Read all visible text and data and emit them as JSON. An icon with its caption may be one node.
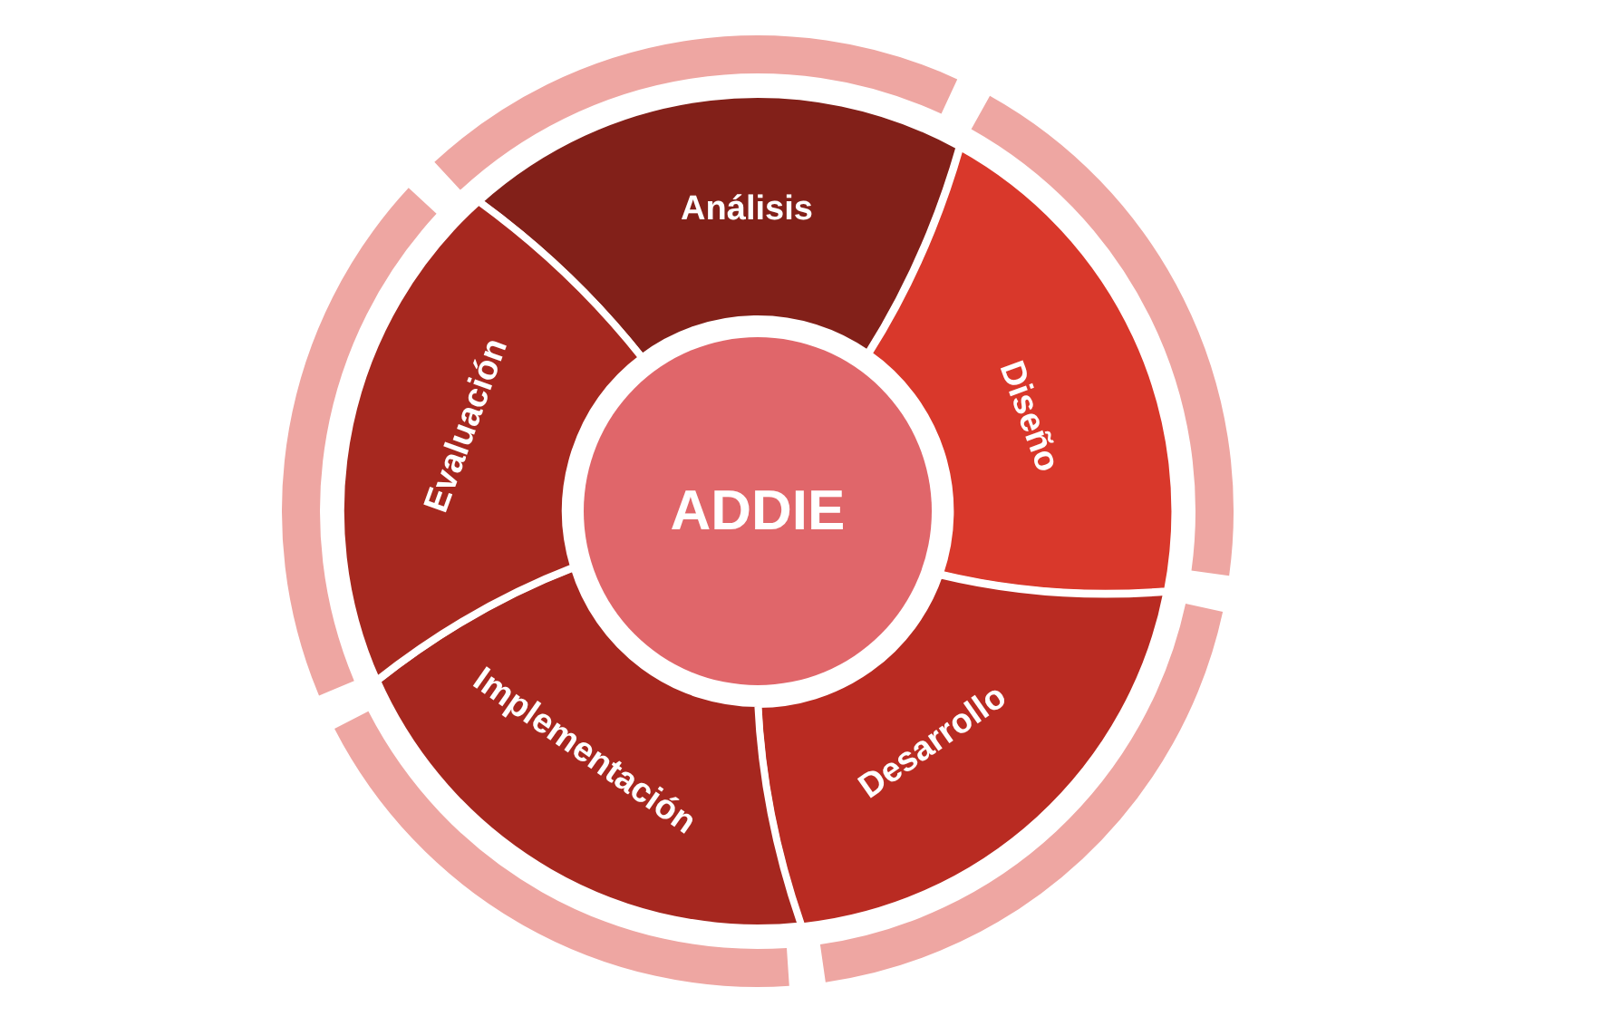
{
  "diagram": {
    "nodes": [
      {
        "text": [
          "ADDIE"
        ]
      },
      {
        "text": [
          "Análisis"
        ]
      },
      {
        "text": [
          "Diseño"
        ]
      },
      {
        "text": [
          "Desarrollo"
        ]
      },
      {
        "text": [
          "Implementación"
        ]
      },
      {
        "text": [
          "Evaluación"
        ]
      }
    ]
  }
}
